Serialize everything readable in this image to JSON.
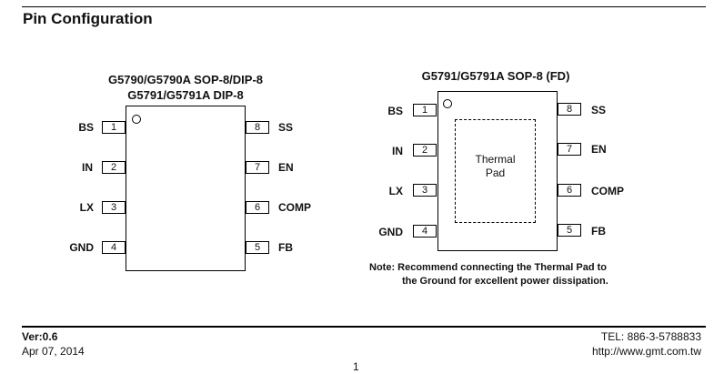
{
  "section_title": "Pin Configuration",
  "left": {
    "title_line1": "G5790/G5790A SOP-8/DIP-8",
    "title_line2": "G5791/G5791A DIP-8",
    "left_pins": [
      {
        "num": "1",
        "label": "BS"
      },
      {
        "num": "2",
        "label": "IN"
      },
      {
        "num": "3",
        "label": "LX"
      },
      {
        "num": "4",
        "label": "GND"
      }
    ],
    "right_pins": [
      {
        "num": "8",
        "label": "SS"
      },
      {
        "num": "7",
        "label": "EN"
      },
      {
        "num": "6",
        "label": "COMP"
      },
      {
        "num": "5",
        "label": "FB"
      }
    ]
  },
  "right": {
    "title": "G5791/G5791A SOP-8 (FD)",
    "thermal_line1": "Thermal",
    "thermal_line2": "Pad",
    "left_pins": [
      {
        "num": "1",
        "label": "BS"
      },
      {
        "num": "2",
        "label": "IN"
      },
      {
        "num": "3",
        "label": "LX"
      },
      {
        "num": "4",
        "label": "GND"
      }
    ],
    "right_pins": [
      {
        "num": "8",
        "label": "SS"
      },
      {
        "num": "7",
        "label": "EN"
      },
      {
        "num": "6",
        "label": "COMP"
      },
      {
        "num": "5",
        "label": "FB"
      }
    ],
    "note_line1": "Note: Recommend connecting the Thermal Pad  to",
    "note_line2": "the Ground for excellent power dissipation."
  },
  "footer": {
    "version": "Ver:0.6",
    "date": "Apr 07, 2014",
    "tel": "TEL: 886-3-5788833",
    "url": "http://www.gmt.com.tw",
    "page": "1"
  }
}
